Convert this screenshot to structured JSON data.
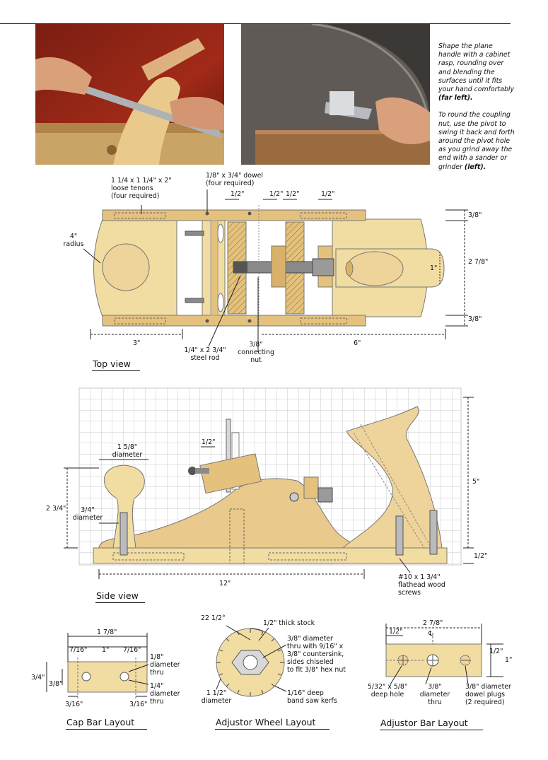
{
  "caption": {
    "p1_text": "Shape the plane handle with a cabinet rasp, rounding over and blending the surfaces until it fits your hand comfortably ",
    "p1_bold": "(far left).",
    "p2_text": "To round the coupling nut, use the pivot to swing it back and forth around the pivot hole as you grind away the end with a sander or grinder ",
    "p2_bold": "(left)."
  },
  "top_view": {
    "title": "Top view",
    "tenons_1": "1 1/4 x 1 1/4\" x 2\"",
    "tenons_2": "loose tenons",
    "tenons_3": "(four required)",
    "dowel_1": "1/8\" x 3/4\"  dowel",
    "dowel_2": "(four required)",
    "half_a": "1/2\"",
    "half_b": "1/2\"",
    "half_c": "1/2\"",
    "half_d": "1/2\"",
    "radius_1": "4\"",
    "radius_2": "radius",
    "dim_3": "3\"",
    "dim_6": "6\"",
    "rod_1": "1/4\" x 2 3/4\"",
    "rod_2": "steel rod",
    "nut_1": "3/8\"",
    "nut_2": "connecting",
    "nut_3": "nut",
    "dim_38a": "3/8\"",
    "dim_278": "2 7/8\"",
    "dim_1in": "1\"",
    "dim_38b": "3/8\""
  },
  "side_view": {
    "title": "Side view",
    "dia_1": "1 5/8\"",
    "dia_2": "diameter",
    "half": "1/2\"",
    "dim_234": "2 3/4\"",
    "dia34_1": "3/4\"",
    "dia34_2": "diameter",
    "dim_5": "5\"",
    "dim_half": "1/2\"",
    "dim_12": "12\"",
    "screw_1": "#10 x 1 3/4\"",
    "screw_2": "flathead wood",
    "screw_3": "screws"
  },
  "cap_bar": {
    "title": "Cap Bar Layout",
    "w_total": "1 7/8\"",
    "w_a": "7/16\"",
    "w_b": "1\"",
    "w_c": "7/16\"",
    "h_total": "3/4\"",
    "h_inner": "3/8\"",
    "b_left": "3/16\"",
    "b_right": "3/16\"",
    "hole1_1": "1/8\"",
    "hole1_2": "diameter",
    "hole1_3": "thru",
    "hole2_1": "1/4\"",
    "hole2_2": "diameter",
    "hole2_3": "thru"
  },
  "adjustor_wheel": {
    "title": "Adjustor Wheel Layout",
    "angle": "22 1/2°",
    "stock": "1/2\" thick stock",
    "csk_1": "3/8\" diameter",
    "csk_2": "thru with 9/16\" x",
    "csk_3": "3/8\" countersink,",
    "csk_4": "sides chiseled",
    "csk_5": "to fit 3/8\" hex nut",
    "dia_1": "1 1/2\"",
    "dia_2": "diameter",
    "kerf_1": "1/16\" deep",
    "kerf_2": "band saw kerfs"
  },
  "adjustor_bar": {
    "title": "Adjustor Bar Layout",
    "w_total": "2 7/8\"",
    "w_half": "1/2\"",
    "centerline": "℄",
    "h_half": "1/2\"",
    "h_1": "1\"",
    "deep_1": "5/32\" x 5/8\"",
    "deep_2": "deep hole",
    "thru_1": "3/8\"",
    "thru_2": "diameter",
    "thru_3": "thru",
    "plug_1": "3/8\" diameter",
    "plug_2": "dowel plugs",
    "plug_3": "(2 required)"
  },
  "colors": {
    "wood": "#f1dca2",
    "wood_dark": "#d8b26a",
    "metal": "#8a8a8a",
    "grid": "#cfcfcf"
  }
}
